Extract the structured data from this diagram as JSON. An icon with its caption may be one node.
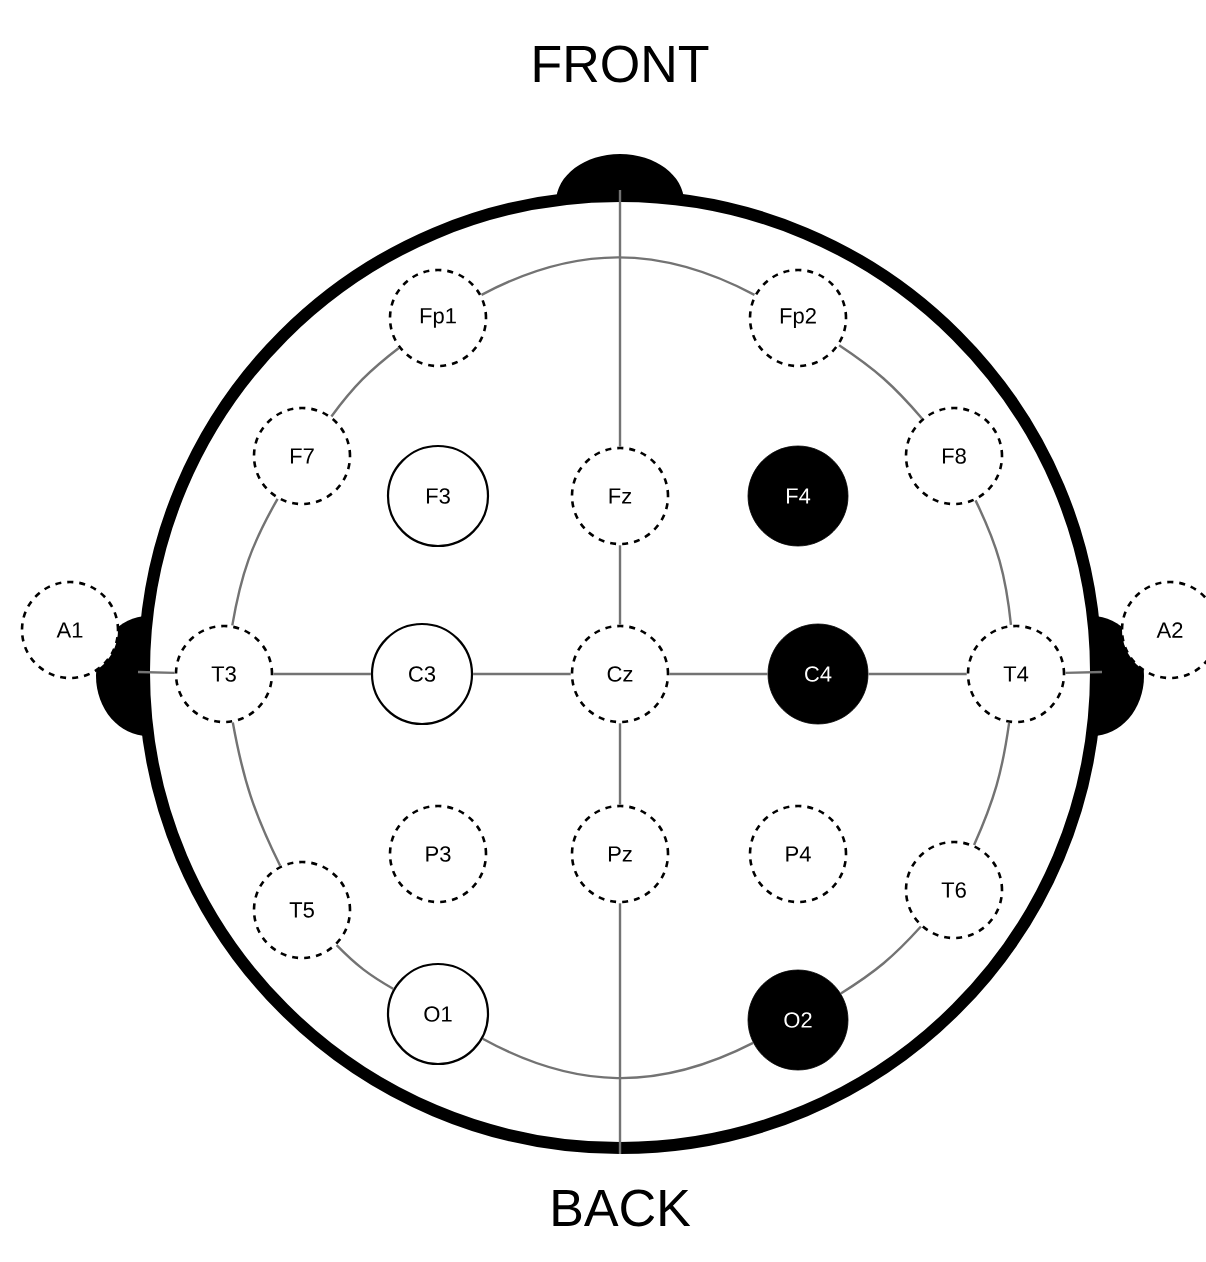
{
  "diagram": {
    "nodes": [
      {
        "text": [],
        "shape": "circle"
      },
      {
        "text": [
          "Fp1"
        ],
        "in": 0
      },
      {
        "text": [
          "Fp2"
        ],
        "in": 0
      },
      {
        "text": [
          "F7"
        ],
        "in": 0
      },
      {
        "text": [
          "F3"
        ],
        "in": 0
      },
      {
        "text": [
          "Fz"
        ],
        "in": 0
      },
      {
        "text": [
          "F4"
        ],
        "in": 0
      },
      {
        "text": [
          "F8"
        ],
        "in": 0
      },
      {
        "text": [
          "A1"
        ]
      },
      {
        "text": [
          "T3"
        ],
        "in": 0
      },
      {
        "text": [
          "C3"
        ],
        "in": 0
      },
      {
        "text": [
          "Cz"
        ],
        "in": 0
      },
      {
        "text": [
          "C4"
        ],
        "in": 0
      },
      {
        "text": [
          "T4"
        ],
        "in": 0
      },
      {
        "text": [
          "A2"
        ]
      },
      {
        "text": [
          "P3"
        ],
        "in": 0
      },
      {
        "text": [
          "Pz"
        ],
        "in": 0
      },
      {
        "text": [
          "P4"
        ],
        "in": 0
      },
      {
        "text": [
          "T5"
        ],
        "in": 0
      },
      {
        "text": [
          "T6"
        ],
        "in": 0
      },
      {
        "text": [
          "O1"
        ],
        "in": 0
      },
      {
        "text": [
          "O2"
        ],
        "in": 0
      }
    ],
    "edges": [
      {
        "from": 1,
        "to": 2,
        "arrow": "none"
      },
      {
        "from": 2,
        "to": 7,
        "arrow": "none"
      },
      {
        "from": 7,
        "to": 13,
        "arrow": "none"
      },
      {
        "from": 13,
        "to": 19,
        "arrow": "none"
      },
      {
        "from": 19,
        "to": 21,
        "arrow": "none"
      },
      {
        "from": 21,
        "to": 20,
        "arrow": "none"
      },
      {
        "from": 20,
        "to": 18,
        "arrow": "none"
      },
      {
        "from": 18,
        "to": 9,
        "arrow": "none"
      },
      {
        "from": 9,
        "to": 3,
        "arrow": "none"
      },
      {
        "from": 3,
        "to": 1,
        "arrow": "none"
      },
      {
        "from": 0,
        "to": 9,
        "arrow": "none"
      },
      {
        "from": 9,
        "to": 10,
        "arrow": "none"
      },
      {
        "from": 10,
        "to": 11,
        "arrow": "none"
      },
      {
        "from": 11,
        "to": 12,
        "arrow": "none"
      },
      {
        "from": 12,
        "to": 13,
        "arrow": "none"
      },
      {
        "from": 13,
        "to": 0,
        "arrow": "none"
      },
      {
        "from": 0,
        "to": 5,
        "arrow": "none"
      },
      {
        "from": 5,
        "to": 11,
        "arrow": "none"
      },
      {
        "from": 11,
        "to": 16,
        "arrow": "none"
      },
      {
        "from": 16,
        "to": 0,
        "arrow": "none"
      }
    ],
    "labels": [
      "FRONT",
      "BACK"
    ]
  }
}
